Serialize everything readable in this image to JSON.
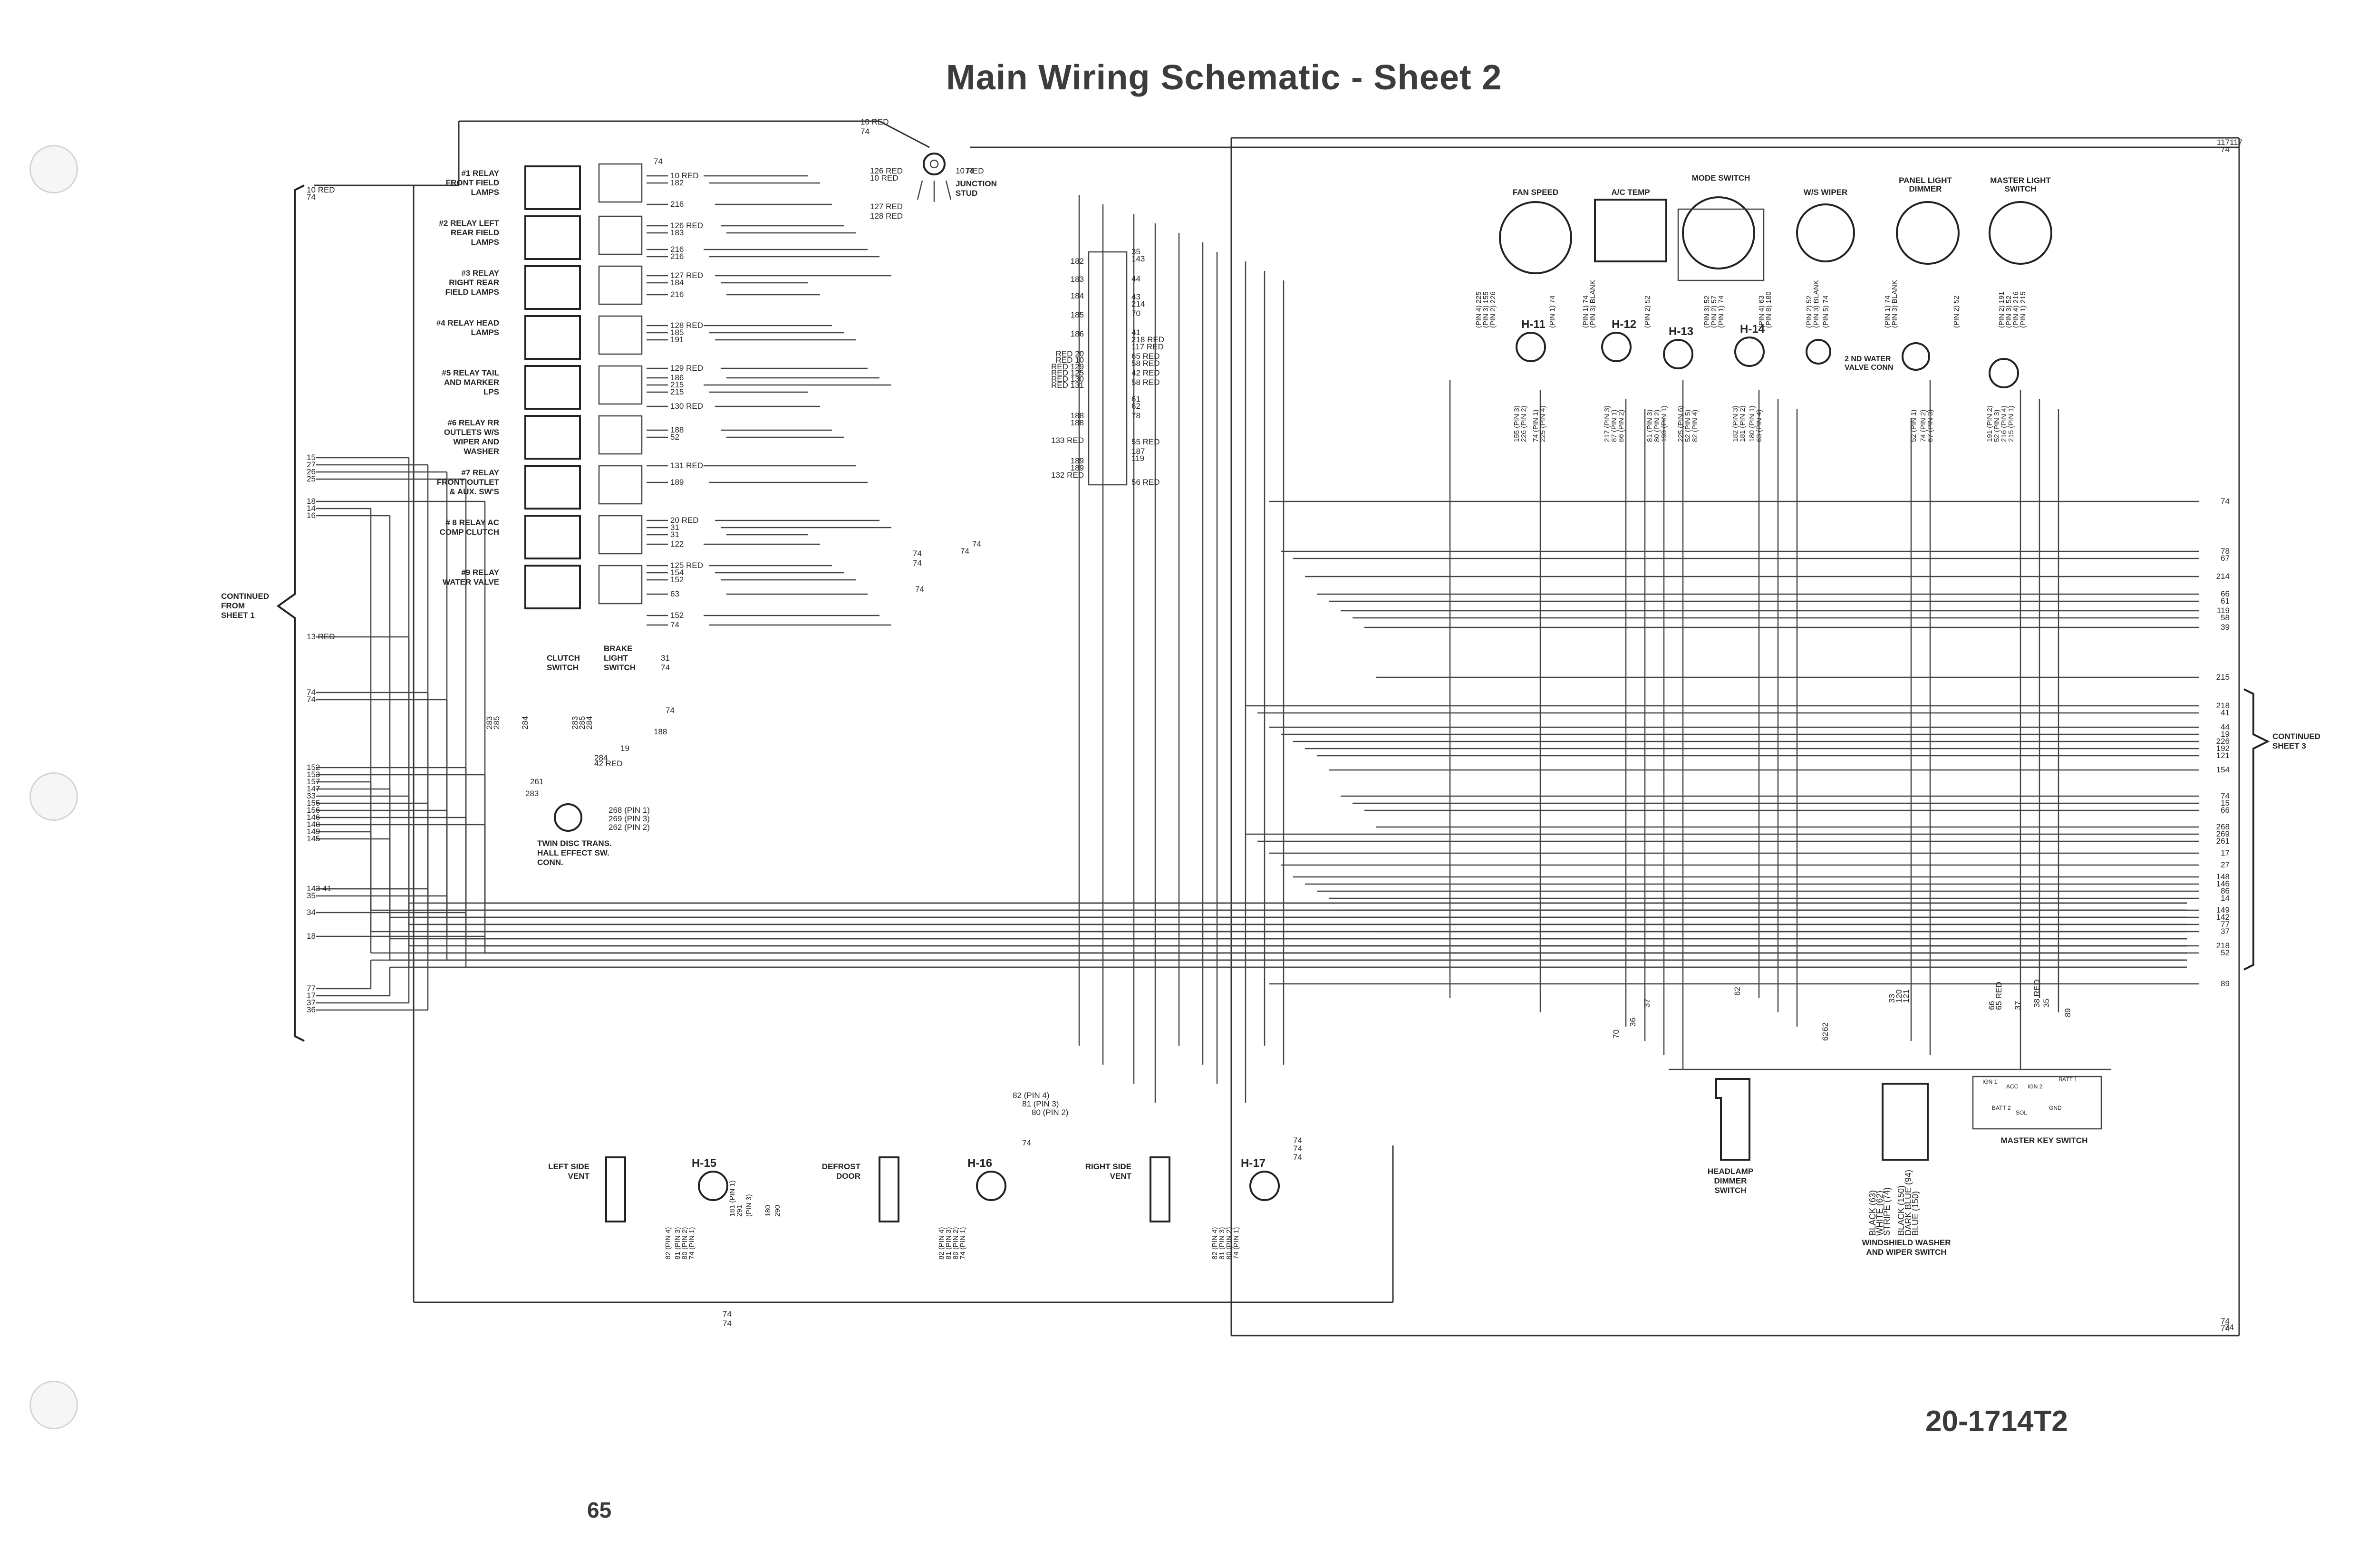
{
  "title": "Main Wiring Schematic - Sheet 2",
  "document_number": "20-1714T2",
  "page_number": "65",
  "continued_from": "CONTINUED FROM SHEET 1",
  "continued_to": "CONTINUED SHEET 3",
  "junction_stud": "JUNCTION STUD",
  "relays": [
    "#1 RELAY FRONT FIELD LAMPS",
    "#2 RELAY LEFT REAR FIELD LAMPS",
    "#3 RELAY RIGHT REAR FIELD LAMPS",
    "#4 RELAY HEAD LAMPS",
    "#5 RELAY TAIL AND MARKER LPS",
    "#6 RELAY RR OUTLETS W/S WIPER AND WASHER",
    "#7 RELAY FRONT OUTLET & AUX. SW'S",
    "# 8 RELAY AC COMP CLUTCH",
    "#9 RELAY WATER VALVE"
  ],
  "switches": {
    "clutch": "CLUTCH SWITCH",
    "brake": "BRAKE LIGHT SWITCH",
    "twin_disc": "TWIN DISC TRANS. HALL EFFECT SW. CONN.",
    "fan_speed": "FAN SPEED",
    "ac_temp": "A/C TEMP",
    "mode": "MODE SWITCH",
    "ws_wiper": "W/S WIPER",
    "panel_light": "PANEL LIGHT DIMMER",
    "master_light": "MASTER LIGHT SWITCH",
    "water_valve": "2 ND WATER VALVE CONN",
    "headlamp_dimmer": "HEADLAMP DIMMER SWITCH",
    "washer_wiper": "WINDSHIELD WASHER AND WIPER SWITCH",
    "master_key": "MASTER KEY SWITCH"
  },
  "connectors": [
    "H-11",
    "H-12",
    "H-13",
    "H-14",
    "H-15",
    "H-16",
    "H-17"
  ],
  "vents": {
    "left": "LEFT SIDE VENT",
    "defrost": "DEFROST DOOR",
    "right": "RIGHT SIDE VENT"
  },
  "left_wires": [
    "10 RED",
    "74",
    "15",
    "27",
    "26",
    "25",
    "18",
    "14",
    "16",
    "13 RED",
    "74",
    "74",
    "152",
    "153",
    "157",
    "147",
    "33",
    "155",
    "156",
    "146",
    "148",
    "149",
    "145",
    "143",
    "41",
    "35",
    "34",
    "18",
    "77",
    "17",
    "37",
    "36"
  ],
  "right_wires": [
    "117",
    "74",
    "74",
    "78",
    "67",
    "214",
    "66",
    "61",
    "119",
    "58",
    "39",
    "215",
    "218",
    "41",
    "44",
    "19",
    "226",
    "192",
    "121",
    "154",
    "74",
    "15",
    "66",
    "268",
    "269",
    "261",
    "17",
    "27",
    "148",
    "146",
    "86",
    "14",
    "149",
    "142",
    "77",
    "37",
    "218",
    "52",
    "89",
    "74",
    "74"
  ],
  "relay_wires": [
    "10 RED",
    "182",
    "216",
    "126 RED",
    "183",
    "216",
    "216",
    "127 RED",
    "184",
    "216",
    "128 RED",
    "185",
    "191",
    "129 RED",
    "186",
    "215",
    "215",
    "130 RED",
    "188",
    "52",
    "131 RED",
    "189",
    "20 RED",
    "31",
    "31",
    "122",
    "125 RED",
    "154",
    "152",
    "63",
    "152",
    "74"
  ],
  "stud_wires": [
    "10 RED",
    "74",
    "126 RED",
    "10 RED",
    "127 RED",
    "128 RED"
  ],
  "fuse_wires_left": [
    "182",
    "183",
    "184",
    "185",
    "186",
    "RED 20",
    "RED 10",
    "RED 129",
    "RED 125",
    "RED 130",
    "RED 131",
    "188",
    "188",
    "133 RED",
    "189",
    "189",
    "132 RED"
  ],
  "fuse_wires_right": [
    "35",
    "143",
    "44",
    "43",
    "214",
    "70",
    "41",
    "218 RED",
    "117 RED",
    "65 RED",
    "58 RED",
    "42 RED",
    "58 RED",
    "61",
    "62",
    "78",
    "55 RED",
    "187",
    "119",
    "56 RED"
  ],
  "switch_pins": [
    "(PIN 4) 225",
    "(PIN 3) 155",
    "(PIN 2) 226",
    "(PIN 1) 74",
    "(PIN 1) 74",
    "(PIN 3) BLANK",
    "(PIN 2) 52",
    "(PIN 3) 52",
    "(PIN 2) 57",
    "(PIN 1) 74",
    "(PIN 4) 63",
    "(PIN 8) 180",
    "(PIN 2) 52",
    "(PIN 3) BLANK",
    "(PIN 5) 74",
    "(PIN 1) 74",
    "(PIN 3) BLANK",
    "(PIN 2) 52",
    "(PIN 2) 191",
    "(PIN 3) 52",
    "(PIN 4) 216",
    "(PIN 1) 215"
  ],
  "connector_pins": {
    "H-11": [
      "155 (PIN 3)",
      "226 (PIN 2)",
      "74 (PIN 1)",
      "225 (PIN 4)"
    ],
    "H-12": [
      "217 (PIN 3)",
      "87 (PIN 1)",
      "86 (PIN 2)"
    ],
    "H-13": [
      "81 (PIN 3)",
      "80 (PIN 2)",
      "193 (PIN 1)",
      "225 (PIN 6)",
      "52 (PIN 5)",
      "82 (PIN 4)"
    ],
    "H-14": [
      "182 (PIN 3)",
      "181 (PIN 2)",
      "180 (PIN 1)",
      "63 (PIN 4)"
    ],
    "water_valve": [
      "52 (PIN 1)",
      "74 (PIN 2)",
      "67 (PIN 3)"
    ],
    "master": [
      "191 (PIN 2)",
      "52 (PIN 3)",
      "216 (PIN 4)",
      "215 (PIN 1)"
    ]
  },
  "twin_disc_pins": [
    "268 (PIN 1)",
    "269 (PIN 3)",
    "262 (PIN 2)"
  ],
  "bottom_wires": [
    "82 (PIN 4)",
    "81 (PIN 3)",
    "80 (PIN 2)",
    "74",
    "74",
    "74",
    "74",
    "74",
    "74",
    "74"
  ],
  "vent_pins_left": [
    "82 (PIN 4)",
    "81 (PIN 3)",
    "80 (PIN 2)",
    "74 (PIN 1)"
  ],
  "vent_pins_defrost": [
    "82 (PIN 4)",
    "81 (PIN 3)",
    "80 (PIN 2)",
    "74 (PIN 1)"
  ],
  "vent_pins_right": [
    "82 (PIN 4)",
    "81 (PIN 3)",
    "80 (PIN 2)",
    "74 (PIN 1)"
  ],
  "h15_extra": [
    "181 (PIN 1)",
    "291",
    "(PIN 3)",
    "180",
    "290"
  ],
  "washer_wires": [
    "BLACK (63)",
    "WHITE (62)",
    "STRIPE (74)",
    "BLACK (150)",
    "DARK BLUE (94)",
    "BLUE (150)"
  ],
  "bottom_right_labels": [
    "70",
    "36",
    "37",
    "62",
    "62",
    "62",
    "33",
    "120",
    "121",
    "66",
    "65 RED",
    "37",
    "38 RED",
    "35",
    "89"
  ],
  "master_key_terms": [
    "IGN 1",
    "ACC",
    "IGN 2",
    "BATT 1",
    "BATT 2",
    "SOL",
    "GND"
  ],
  "clutch_wires": [
    "283",
    "285",
    "284",
    "283",
    "285",
    "284",
    "261",
    "283",
    "284",
    "31",
    "74",
    "74",
    "188",
    "19",
    "42 RED"
  ],
  "misc_labels": [
    "74",
    "74",
    "74",
    "74",
    "117",
    "74",
    "74"
  ]
}
